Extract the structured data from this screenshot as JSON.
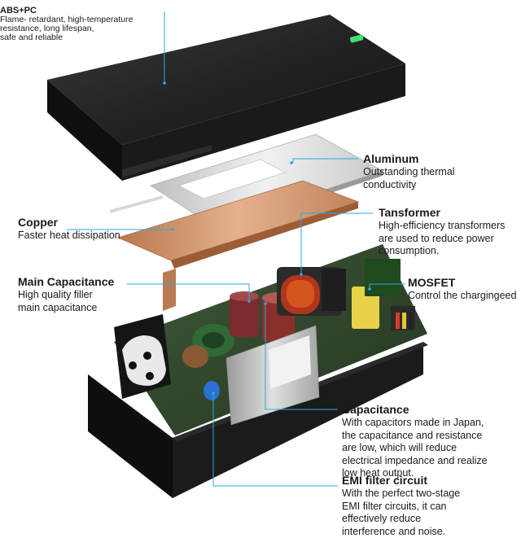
{
  "abs_pc": {
    "title": "ABS+PC",
    "lines": [
      "Flame- retardant, high-temperature",
      "resistance, long lifespan,",
      "safe and reliable"
    ]
  },
  "aluminum": {
    "title": "Aluminum",
    "lines": [
      "Outstanding thermal",
      "conductivity"
    ]
  },
  "copper": {
    "title": "Copper",
    "lines": [
      "Faster heat dissipation"
    ]
  },
  "transformer": {
    "title": "Tansformer",
    "lines": [
      "High-efficiency transformers",
      "are used to reduce power",
      "consumption."
    ]
  },
  "main_capacitance": {
    "title": "Main Capacitance",
    "lines": [
      "High quality filler",
      "main capacitance"
    ]
  },
  "mosfet": {
    "title": "MOSFET",
    "lines": [
      "Control the chargingeed"
    ]
  },
  "capacitance": {
    "title": "Capacitance",
    "lines": [
      "With capacitors made in Japan,",
      "the capacitance and resistance",
      "are low, which will reduce",
      "electrical impedance and realize",
      "low heat output."
    ]
  },
  "emi": {
    "title": "EMI filter circuit",
    "lines": [
      "With the perfect two-stage",
      "EMI filter circuits, it can",
      "effectively reduce",
      "interference and noise."
    ]
  },
  "colors": {
    "leader_line": "#29a9e1",
    "case": "#1c1c1c",
    "copper": "#c98f66",
    "aluminum": "#d9d9d9",
    "led": "#3ee36a"
  }
}
